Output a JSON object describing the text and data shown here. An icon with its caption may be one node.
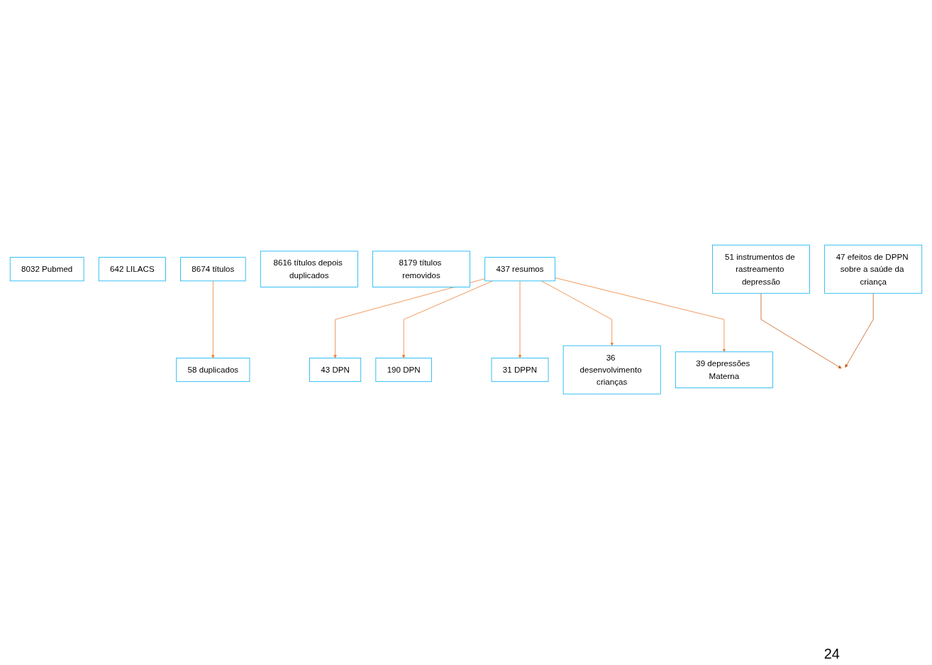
{
  "diagram": {
    "nodes": [
      {
        "text": [
          "8032 Pubmed"
        ]
      },
      {
        "text": [
          "642 LILACS"
        ]
      },
      {
        "text": [
          "8674 títulos"
        ]
      },
      {
        "text": [
          "58 duplicados"
        ]
      },
      {
        "text": [
          "8616 títulos depois duplicados"
        ]
      },
      {
        "text": [
          "8179 títulos removidos"
        ]
      },
      {
        "text": [
          "437 resumos"
        ]
      },
      {
        "text": [
          "43 DPN"
        ]
      },
      {
        "text": [
          "190 DPN"
        ]
      },
      {
        "text": [
          "31 DPPN"
        ]
      },
      {
        "text": [
          "36 desenvolvimento crianças"
        ]
      },
      {
        "text": [
          "39 depressões Materna"
        ]
      },
      {
        "text": [
          "51 instrumentos de rastreamento depressão"
        ]
      },
      {
        "text": [
          "47 efeitos de DPPN sobre a saúde da criança"
        ]
      }
    ],
    "edges": [
      {
        "from": 2,
        "to": 3,
        "arrow": "to"
      },
      {
        "from": 6,
        "to": 7,
        "arrow": "to"
      },
      {
        "from": 6,
        "to": 8,
        "arrow": "to"
      },
      {
        "from": 6,
        "to": 9,
        "arrow": "to"
      },
      {
        "from": 6,
        "to": 10,
        "arrow": "to"
      },
      {
        "from": 6,
        "to": 11,
        "arrow": "to"
      },
      {
        "from": 12,
        "to": null,
        "arrow": "to",
        "color": "#c55a11"
      },
      {
        "from": 13,
        "to": null,
        "arrow": "to",
        "color": "#c55a11"
      }
    ],
    "labels": [
      "24"
    ]
  }
}
